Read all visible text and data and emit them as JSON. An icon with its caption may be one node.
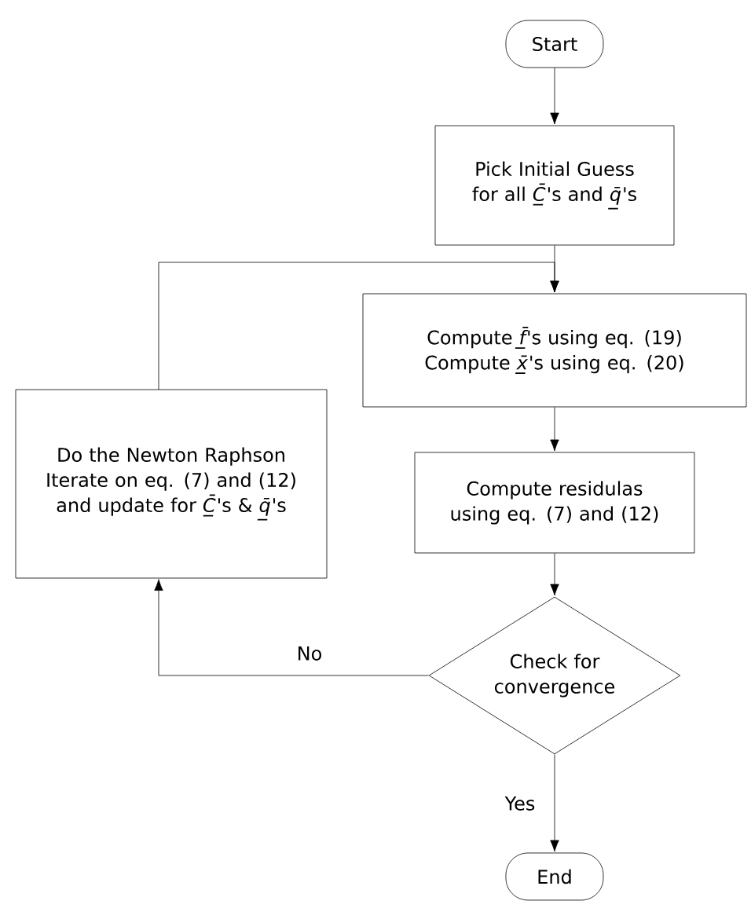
{
  "diagram": {
    "nodes": [
      {
        "text": [
          "Start"
        ]
      },
      {
        "text": [
          "Pick Initial Guess for all *C̲̄*'s and *q̲̄*'s"
        ]
      },
      {
        "text": [
          "Compute *f̲̄*'s using eq. (19)",
          "Compute *x̲̄*'s using eq. (20)"
        ]
      },
      {
        "text": [
          "Do the Newton Raphson Iterate on eq. (7) and (12) and update for *C̲̄*'s & *q̲̄*'s"
        ]
      },
      {
        "text": [
          "Compute residulas using eq. (7) and (12)"
        ]
      },
      {
        "text": [
          "Check for convergence"
        ]
      },
      {
        "text": [
          "End"
        ]
      }
    ],
    "edges": [
      {
        "from": 0,
        "to": 1,
        "arrow": "to"
      },
      {
        "from": 1,
        "to": 2,
        "arrow": "to"
      },
      {
        "from": 2,
        "to": 4,
        "arrow": "to"
      },
      {
        "from": 4,
        "to": 5,
        "arrow": "to"
      },
      {
        "from": 5,
        "to": 6,
        "arrow": "to",
        "label": "Yes"
      },
      {
        "from": 5,
        "to": 3,
        "arrow": "to",
        "label": "No"
      },
      {
        "from": 3,
        "to": 2,
        "arrow": "to"
      }
    ]
  }
}
